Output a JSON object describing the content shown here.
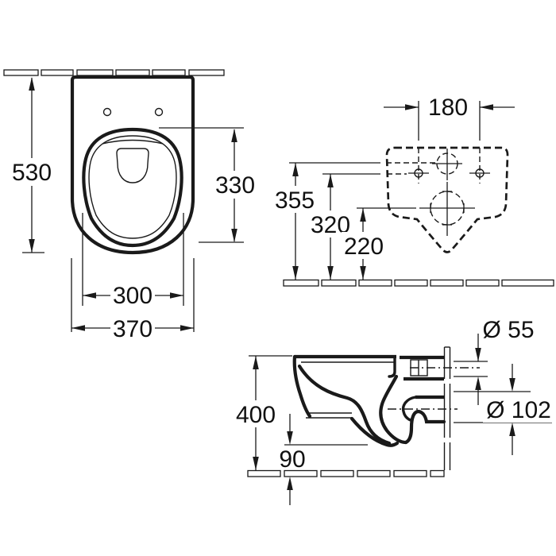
{
  "colors": {
    "line": "#1a1a1a",
    "background": "#ffffff",
    "text": "#111111"
  },
  "front_view": {
    "overall_height": "530",
    "bowl_height": "330",
    "bowl_width": "300",
    "overall_width": "370"
  },
  "plan_view": {
    "fixing_hole_spacing": "180",
    "inlet_center_height": "355",
    "fixing_hole_height": "320",
    "outlet_center_height": "220"
  },
  "side_view": {
    "depth": "400",
    "floor_clearance": "90",
    "inlet_diameter": "Ø 55",
    "outlet_diameter": "Ø 102"
  }
}
